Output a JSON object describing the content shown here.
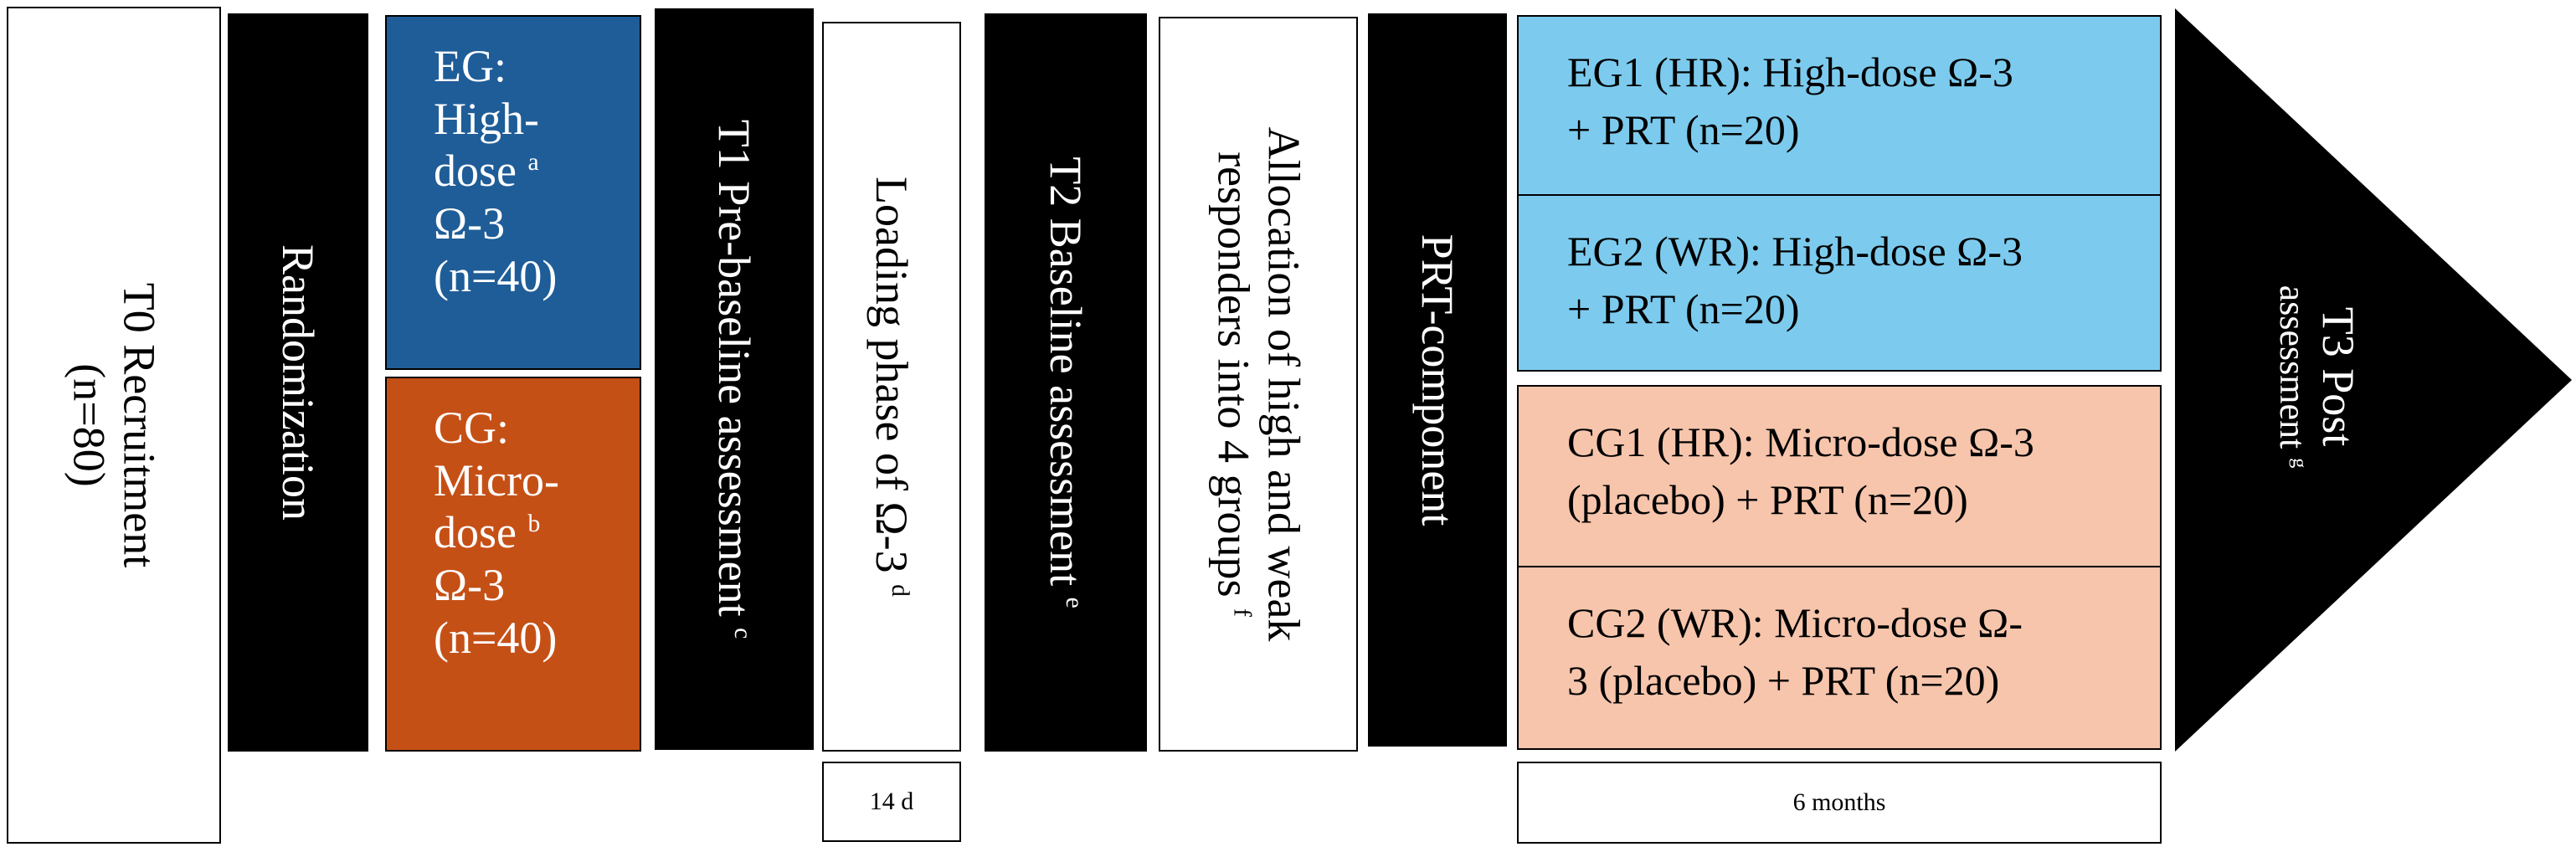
{
  "t0": {
    "line1": "T0 Recruitment",
    "line2": "(n=80)"
  },
  "randomization": {
    "label": "Randomization"
  },
  "eg": {
    "line1": "EG:",
    "line2": "High-",
    "line3": "dose",
    "sup": "a",
    "line4": "Ω-3",
    "line5": "(n=40)"
  },
  "cg": {
    "line1": "CG:",
    "line2": "Micro-",
    "line3": "dose",
    "sup": "b",
    "line4": "Ω-3",
    "line5": "(n=40)"
  },
  "t1": {
    "label": "T1 Pre-baseline assessment",
    "sup": "c"
  },
  "loading": {
    "label": "Loading phase of Ω-3",
    "sup": "d"
  },
  "loading_duration": "14 d",
  "t2": {
    "label": "T2 Baseline assessment",
    "sup": "e"
  },
  "allocation": {
    "line1": "Allocation of high and weak",
    "line2": "responders into 4 groups",
    "sup": "f"
  },
  "prt": {
    "label": "PRT-component"
  },
  "groups": {
    "eg1": {
      "line1": "EG1 (HR): High-dose Ω-3",
      "line2": "+ PRT (n=20)"
    },
    "eg2": {
      "line1": "EG2 (WR): High-dose Ω-3",
      "line2": "+ PRT (n=20)"
    },
    "cg1": {
      "line1": "CG1 (HR): Micro-dose Ω-3",
      "line2": "(placebo) + PRT (n=20)"
    },
    "cg2": {
      "line1": "CG2 (WR): Micro-dose Ω-",
      "line2": "3 (placebo) + PRT (n=20)"
    }
  },
  "prt_duration": "6 months",
  "t3": {
    "line1": "T3 Post",
    "line2": "assessment",
    "sup": "g"
  },
  "colors": {
    "eg": "#1f5d98",
    "cg": "#c55016",
    "eg_groups": "#7ccbee",
    "cg_groups": "#f6c5ac",
    "bar": "#000000"
  }
}
